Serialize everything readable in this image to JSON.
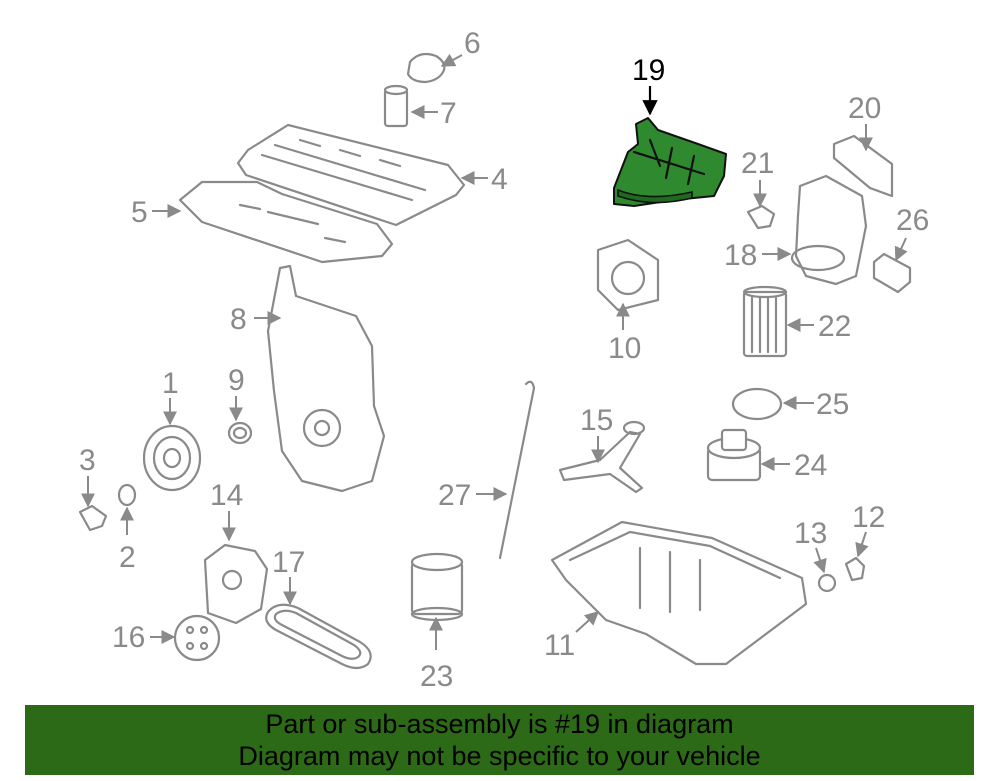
{
  "diagram": {
    "highlighted_part": "19",
    "callouts": [
      "1",
      "2",
      "3",
      "4",
      "5",
      "6",
      "7",
      "8",
      "9",
      "10",
      "11",
      "12",
      "13",
      "14",
      "15",
      "16",
      "17",
      "18",
      "19",
      "20",
      "21",
      "22",
      "23",
      "24",
      "25",
      "26",
      "27"
    ]
  },
  "banner": {
    "line1": "Part or sub-assembly is #19 in diagram",
    "line2": "Diagram may not be specific to your vehicle"
  },
  "colors": {
    "highlight": "#2f8a2f",
    "banner": "#2d6a17",
    "line_art": "#8a8a8a"
  }
}
